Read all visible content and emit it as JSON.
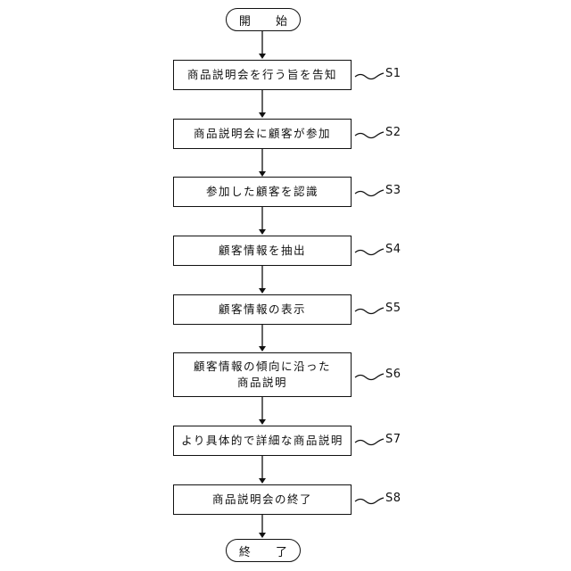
{
  "start": "開 始",
  "end": "終 了",
  "steps": [
    {
      "text": "商品説明会を行う旨を告知",
      "id": "S1"
    },
    {
      "text": "商品説明会に顧客が参加",
      "id": "S2"
    },
    {
      "text": "参加した顧客を認識",
      "id": "S3"
    },
    {
      "text": "顧客情報を抽出",
      "id": "S4"
    },
    {
      "text": "顧客情報の表示",
      "id": "S5"
    },
    {
      "text": "顧客情報の傾向に沿った\n商品説明",
      "id": "S6"
    },
    {
      "text": "より具体的で詳細な商品説明",
      "id": "S7"
    },
    {
      "text": "商品説明会の終了",
      "id": "S8"
    }
  ]
}
